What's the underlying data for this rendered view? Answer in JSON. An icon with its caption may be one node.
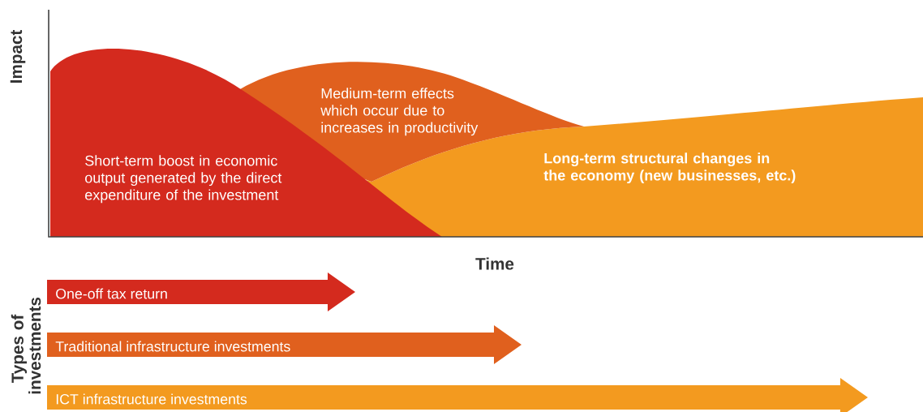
{
  "diagram": {
    "nodes": [
      {
        "text": [
          "Short-term boost in economic output generated by the direct expenditure of the investment"
        ]
      },
      {
        "text": [
          "Medium-term effects which occur due to increases in productivity"
        ]
      },
      {
        "text": [
          "Long-term structural changes in the economy (new businesses, etc.)"
        ]
      },
      {
        "text": [
          "One-off tax return"
        ]
      },
      {
        "text": [
          "Traditional infrastructure investments"
        ]
      },
      {
        "text": [
          "ICT infrastructure investments"
        ]
      }
    ],
    "labels": [
      "Impact",
      "Time",
      "Types of investments"
    ]
  }
}
